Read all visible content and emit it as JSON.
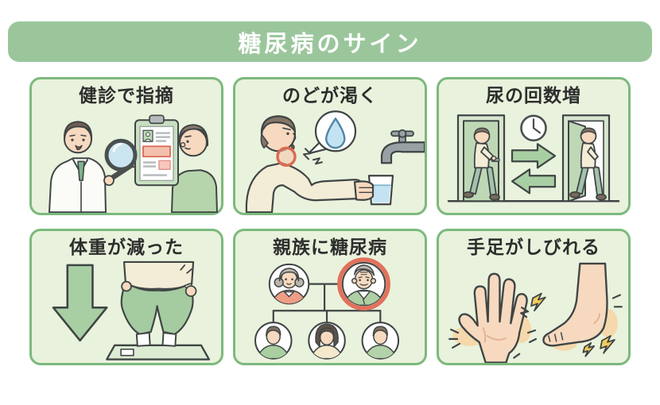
{
  "banner": {
    "title": "糖尿病のサイン",
    "bg_color": "#9BC69C",
    "text_color": "#FFFFFF"
  },
  "panels": [
    {
      "id": "checkup",
      "label": "健診で指摘",
      "icons": [
        "doctor",
        "magnifier-icon",
        "clipboard-report-icon",
        "patient"
      ]
    },
    {
      "id": "thirst",
      "label": "のどが渇く",
      "icons": [
        "thirsty-man",
        "sore-throat-ring",
        "speech-bubble-water-drop-icon",
        "faucet-icon",
        "water-glass-icon"
      ]
    },
    {
      "id": "urination",
      "label": "尿の回数増",
      "icons": [
        "closed-door-icon",
        "open-door-icon",
        "clock-icon",
        "right-arrow-icon",
        "left-arrow-icon",
        "walking-person"
      ]
    },
    {
      "id": "weight-loss",
      "label": "体重が減った",
      "icons": [
        "down-arrow-icon",
        "loose-pants-person",
        "bathroom-scale-icon"
      ]
    },
    {
      "id": "family-history",
      "label": "親族に糖尿病",
      "icons": [
        "family-tree",
        "grandmother-avatar",
        "grandfather-avatar-highlighted",
        "son-avatar",
        "daughter-avatar",
        "child-avatar"
      ]
    },
    {
      "id": "numbness",
      "label": "手足がしびれる",
      "icons": [
        "open-hand-icon",
        "foot-icon",
        "lightning-bolt-icon",
        "tingle-marks"
      ]
    }
  ],
  "colors": {
    "panel_fill": "#E9F2DC",
    "panel_border": "#7CB97D",
    "outline_ink": "#3F4545",
    "heading_text": "#2C2E2D",
    "skin": "#F7D9BF",
    "cloth_green": "#B7D5AC",
    "cloth_cream": "#F3ECD6",
    "pants_green": "#A5CBA0",
    "arrow_green": "#A8CFA3",
    "door_green": "#BED8B6",
    "accent_red": "#DC6A50",
    "highlight_ring": "#E2715C",
    "water_blue": "#C4E3F2",
    "bolt_yellow": "#F4CD5E",
    "glow_orange": "#F8D2A0",
    "metal_gray": "#99A1A4"
  }
}
